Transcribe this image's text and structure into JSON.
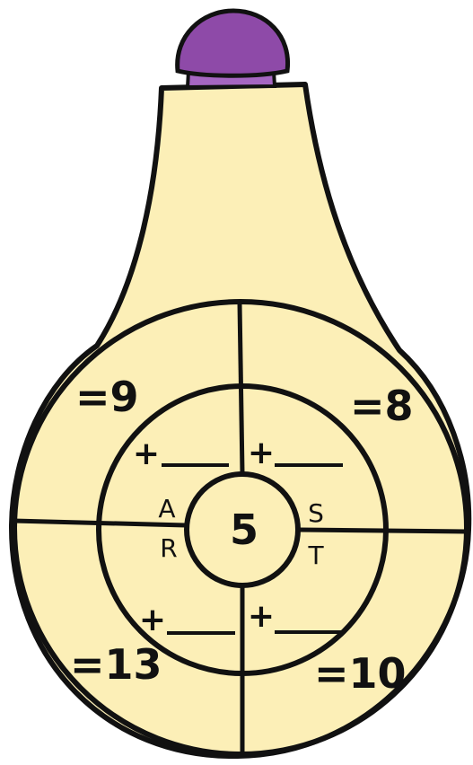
{
  "colors": {
    "fill": "#fcefb7",
    "outline": "#111111",
    "cap": "#8e4aa8",
    "cap_band": "#a566c1"
  },
  "center": {
    "value": "5"
  },
  "quadrants": {
    "top_left": {
      "result": "=9",
      "operator": "+"
    },
    "top_right": {
      "result": "=8",
      "operator": "+"
    },
    "bottom_left": {
      "result": "=13",
      "operator": "+"
    },
    "bottom_right": {
      "result": "=10",
      "operator": "+"
    }
  },
  "letters": {
    "a": "A",
    "r": "R",
    "s": "S",
    "t": "T"
  }
}
